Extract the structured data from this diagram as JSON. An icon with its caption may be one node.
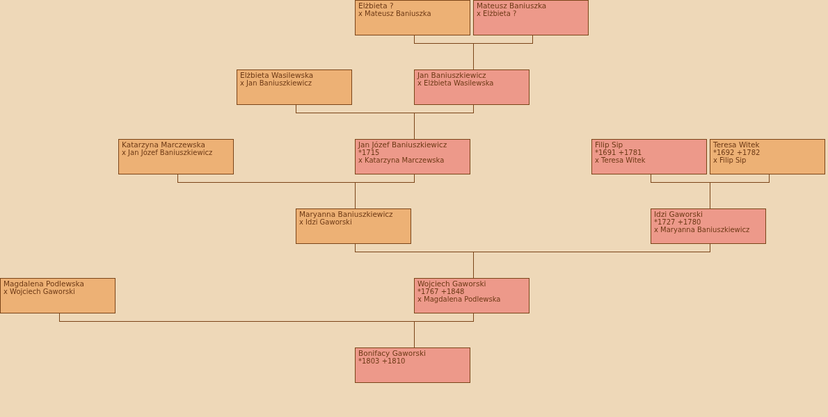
{
  "diagram": {
    "nodes": [
      {
        "text": [
          "Elżbieta ?",
          "x Mateusz Baniuszka"
        ]
      },
      {
        "text": [
          "Mateusz Baniuszka",
          "x Elżbieta ?"
        ]
      },
      {
        "text": [
          "Elżbieta Wasilewska",
          "x Jan Baniuszkiewicz"
        ]
      },
      {
        "text": [
          "Jan Baniuszkiewicz",
          "x Elżbieta Wasilewska"
        ]
      },
      {
        "text": [
          "Katarzyna Marczewska",
          "x Jan Józef Baniuszkiewicz"
        ]
      },
      {
        "text": [
          "Jan Józef Baniuszkiewicz",
          "*1715",
          "x Katarzyna Marczewska"
        ]
      },
      {
        "text": [
          "Filip Sip",
          "*1691 +1781",
          "x Teresa Witek"
        ]
      },
      {
        "text": [
          "Teresa Witek",
          "*1692 +1782",
          "x Filip Sip"
        ]
      },
      {
        "text": [
          "Maryanna Baniuszkiewicz",
          "x Idzi Gaworski"
        ]
      },
      {
        "text": [
          "Idzi Gaworski",
          "*1727 +1780",
          "x Maryanna Baniuszkiewicz"
        ]
      },
      {
        "text": [
          "Magdalena Podlewska",
          "x Wojciech Gaworski"
        ]
      },
      {
        "text": [
          "Wojciech Gaworski",
          "*1767 +1848",
          "x Magdalena Podlewska"
        ]
      },
      {
        "text": [
          "Bonifacy Gaworski",
          "*1803 +1810"
        ]
      }
    ],
    "edges": [
      {
        "from": 0,
        "to": 3,
        "arrow": "none"
      },
      {
        "from": 1,
        "to": 3,
        "arrow": "none"
      },
      {
        "from": 2,
        "to": 5,
        "arrow": "none"
      },
      {
        "from": 3,
        "to": 5,
        "arrow": "none"
      },
      {
        "from": 4,
        "to": 8,
        "arrow": "none"
      },
      {
        "from": 5,
        "to": 8,
        "arrow": "none"
      },
      {
        "from": 6,
        "to": 9,
        "arrow": "none"
      },
      {
        "from": 7,
        "to": 9,
        "arrow": "none"
      },
      {
        "from": 8,
        "to": 11,
        "arrow": "none"
      },
      {
        "from": 9,
        "to": 11,
        "arrow": "none"
      },
      {
        "from": 10,
        "to": 12,
        "arrow": "none"
      },
      {
        "from": 11,
        "to": 12,
        "arrow": "none"
      }
    ]
  }
}
